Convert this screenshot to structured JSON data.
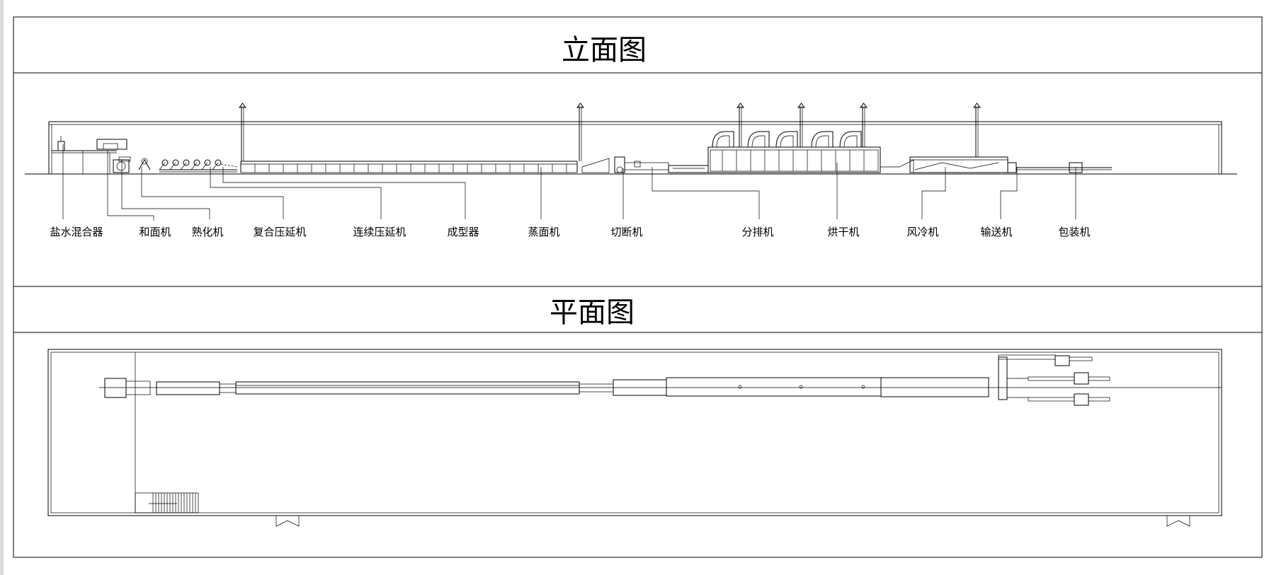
{
  "sections": {
    "elevation_title": "立面图",
    "plan_title": "平面图"
  },
  "equipment": [
    {
      "label": "盐水混合器"
    },
    {
      "label": "和面机"
    },
    {
      "label": "熟化机"
    },
    {
      "label": "复合压延机"
    },
    {
      "label": "连续压延机"
    },
    {
      "label": "成型器"
    },
    {
      "label": "蒸面机"
    },
    {
      "label": "切断机"
    },
    {
      "label": "分排机"
    },
    {
      "label": "烘干机"
    },
    {
      "label": "风冷机"
    },
    {
      "label": "输送机"
    },
    {
      "label": "包装机"
    }
  ]
}
